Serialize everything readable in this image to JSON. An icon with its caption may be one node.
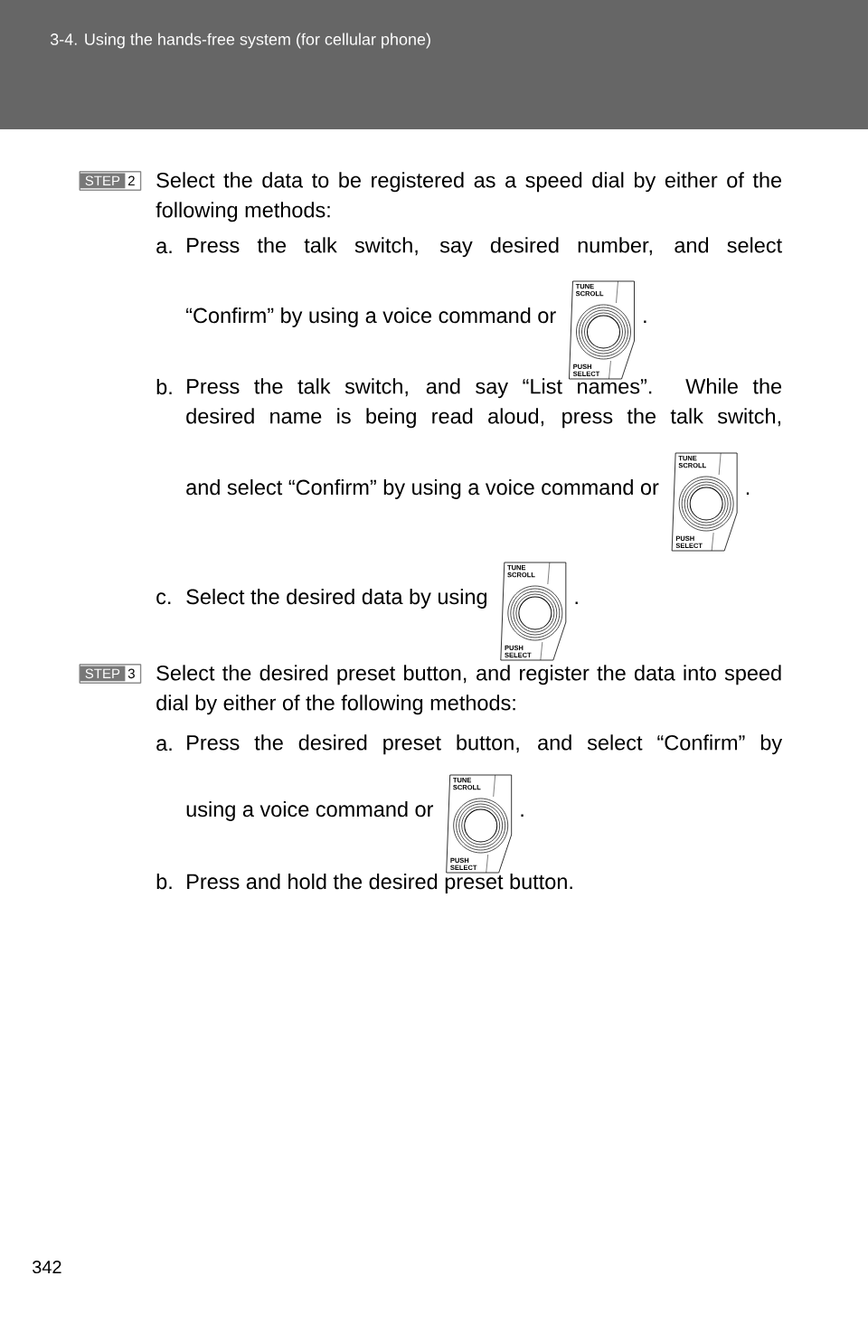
{
  "diagram": {
    "title": "3-4. Using the hands-free system (for cellular phone)",
    "nodes": [
      {
        "text": [
          "STEP",
          "2"
        ]
      },
      {
        "text": [
          "TUNE SCROLL",
          "PUSH SELECT"
        ]
      },
      {
        "text": [
          "TUNE SCROLL",
          "PUSH SELECT"
        ]
      },
      {
        "text": [
          "TUNE SCROLL",
          "PUSH SELECT"
        ]
      },
      {
        "text": [
          "STEP",
          "3"
        ]
      },
      {
        "text": [
          "TUNE SCROLL",
          "PUSH SELECT"
        ]
      }
    ],
    "labels": [
      "Select the data to be registered as a speed dial by either of the following methods:",
      "a.",
      "Press the talk switch, say desired number, and select",
      "“Confirm” by using a voice command or",
      ".",
      "b.",
      "Press the talk switch, and say “List names”. While the desired name is being read aloud, press the talk switch,",
      "and select “Confirm” by using a voice command or",
      ".",
      "c.",
      "Select the desired data by using",
      ".",
      "Select the desired preset button, and register the data into speed dial by either of the following methods:",
      "a.",
      "Press the desired preset button, and select “Confirm” by",
      "using a voice command or",
      ".",
      "b.",
      "Press and hold the desired preset button.",
      "342"
    ]
  }
}
